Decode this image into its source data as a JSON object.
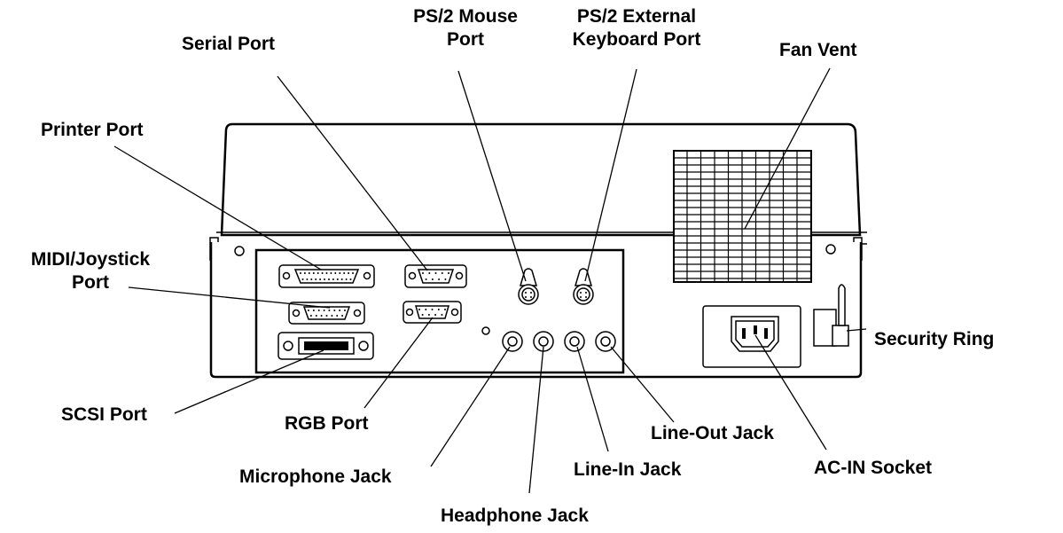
{
  "labels": {
    "serial_port": "Serial Port",
    "ps2_mouse_line1": "PS/2 Mouse",
    "ps2_mouse_line2": "Port",
    "ps2_keyboard_line1": "PS/2 External",
    "ps2_keyboard_line2": "Keyboard Port",
    "fan_vent": "Fan Vent",
    "printer_port": "Printer Port",
    "midi_line1": "MIDI/Joystick",
    "midi_line2": "Port",
    "security_ring": "Security Ring",
    "scsi_port": "SCSI Port",
    "rgb_port": "RGB Port",
    "line_out_jack": "Line-Out Jack",
    "microphone_jack": "Microphone Jack",
    "line_in_jack": "Line-In Jack",
    "ac_in_socket": "AC-IN Socket",
    "headphone_jack": "Headphone Jack"
  }
}
